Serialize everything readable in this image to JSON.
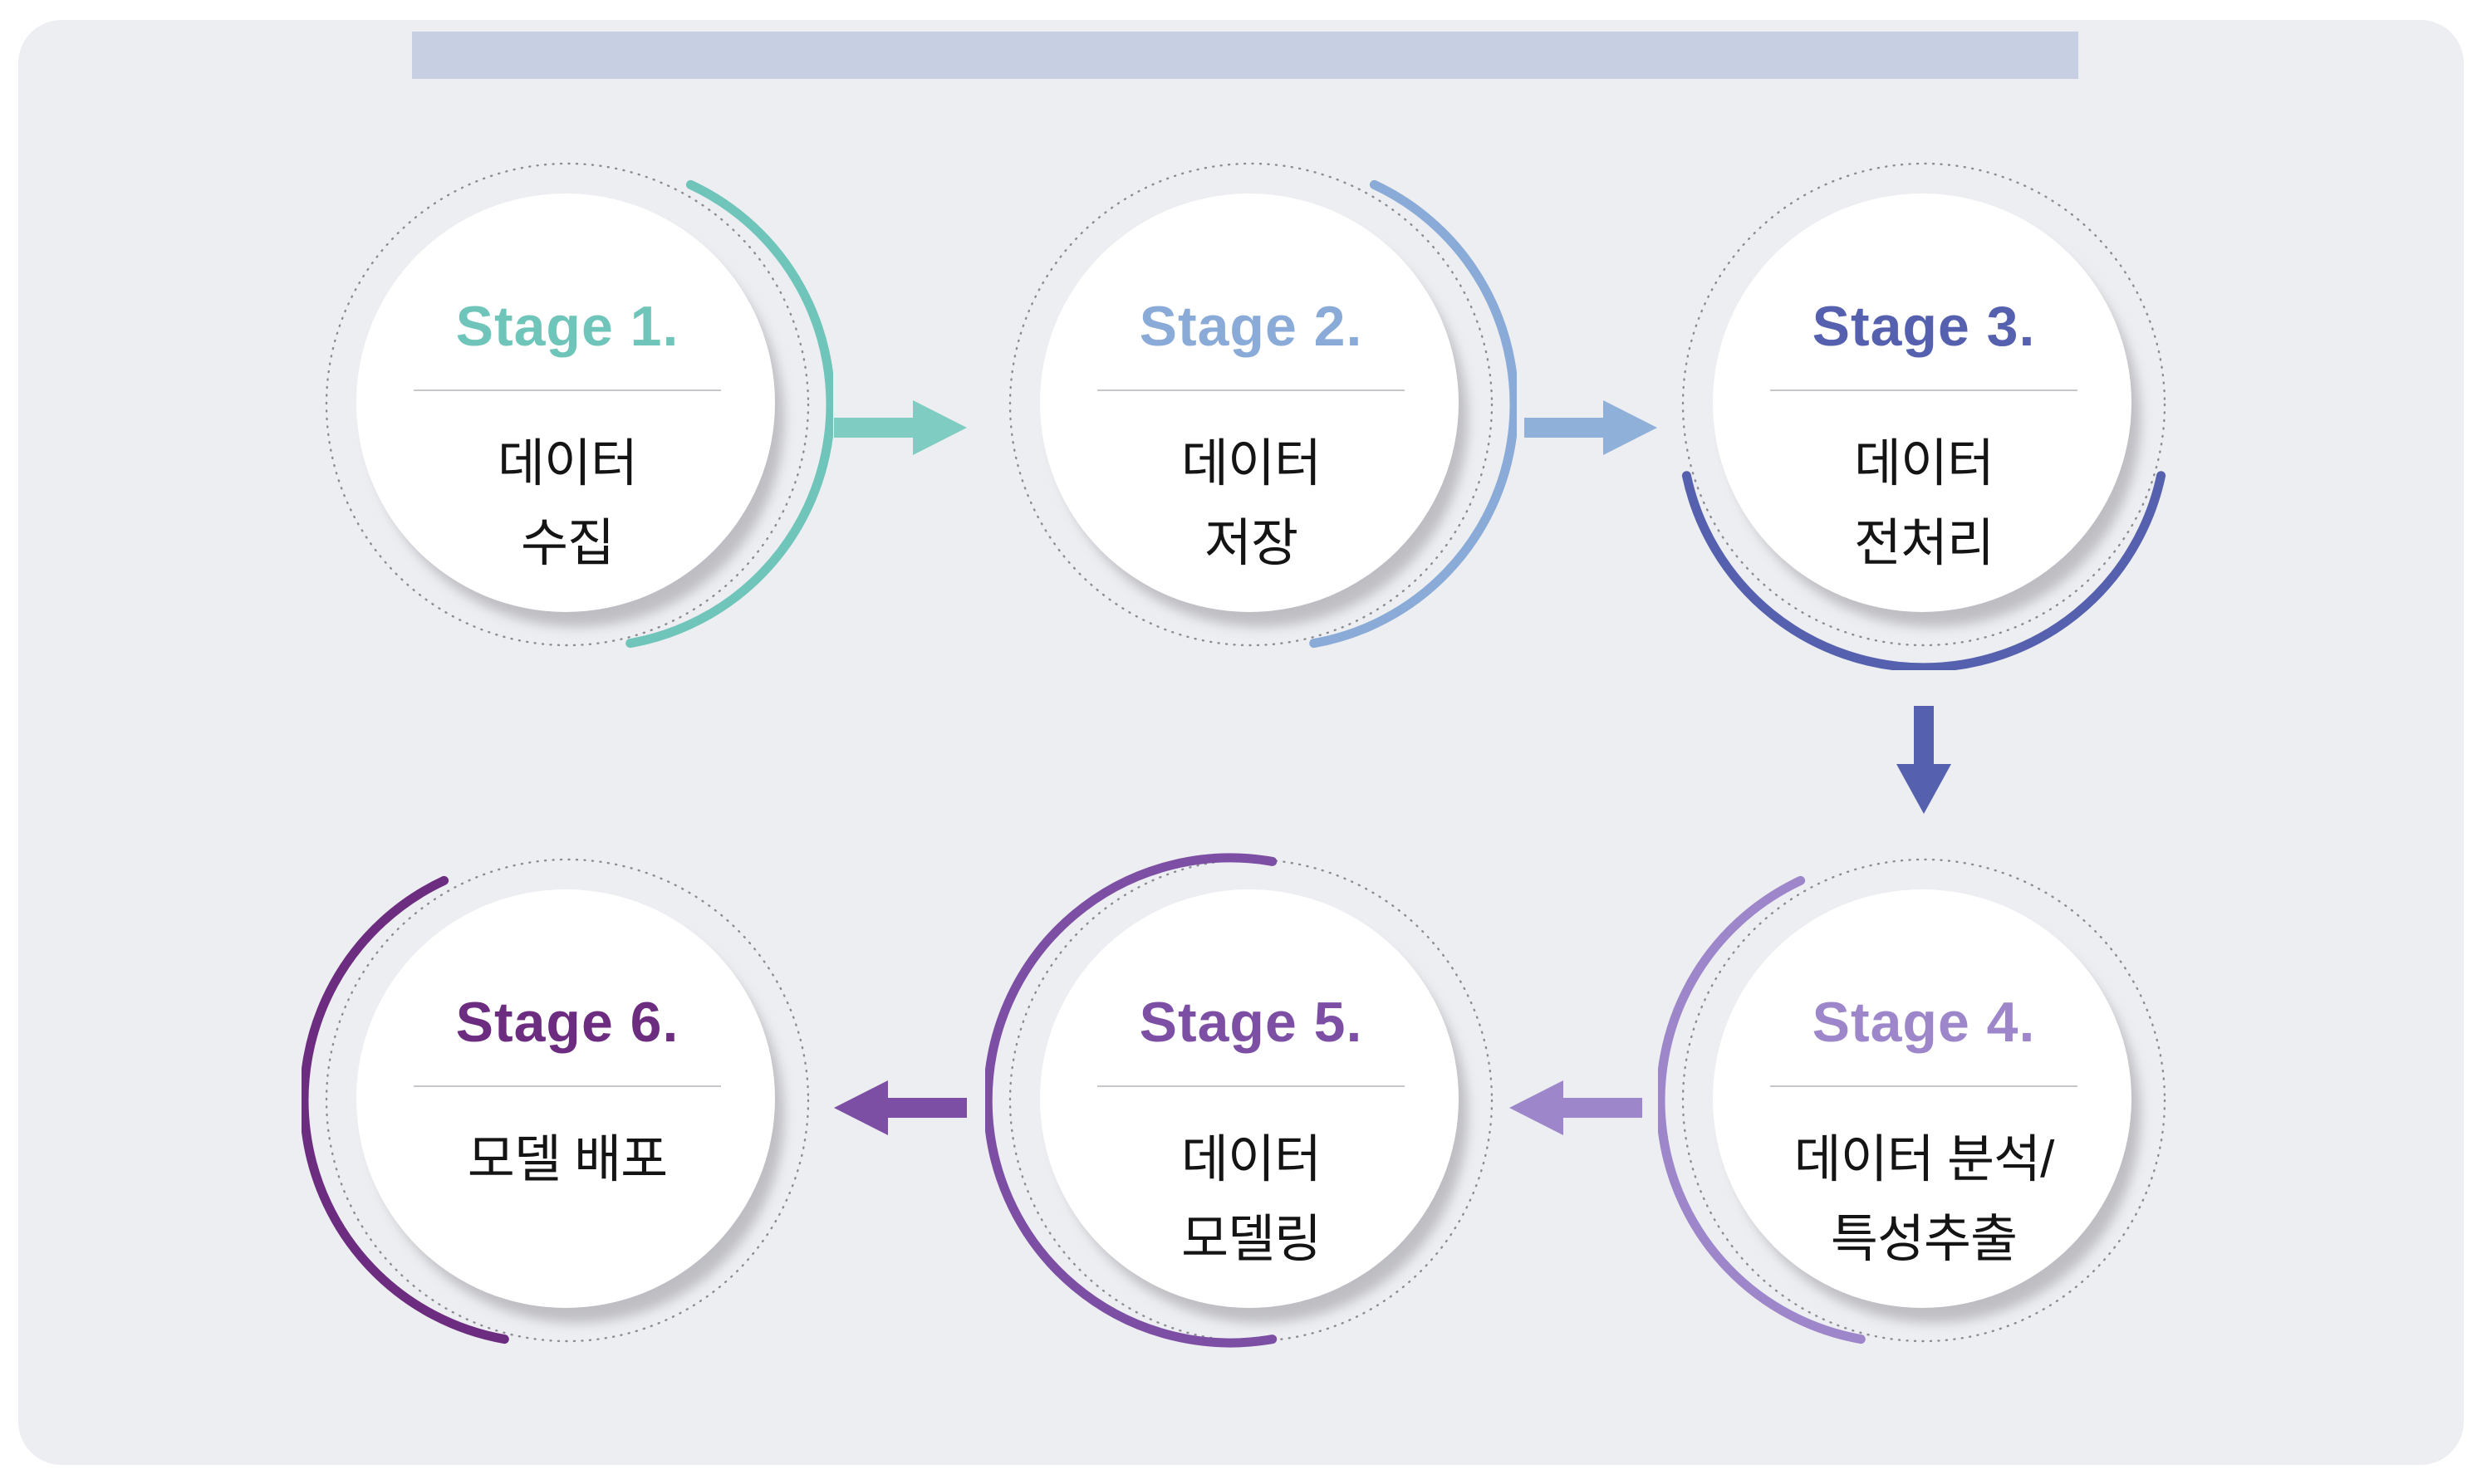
{
  "page": {
    "background": "#ffffff",
    "card_color": "#edeef1",
    "topbar_color": "#c6d0e2"
  },
  "stages": [
    {
      "title": "Stage 1.",
      "label": "데이터\n수집",
      "color": "#6fc5ba"
    },
    {
      "title": "Stage 2.",
      "label": "데이터\n저장",
      "color": "#8aabd7"
    },
    {
      "title": "Stage 3.",
      "label": "데이터\n전처리",
      "color": "#5560ae"
    },
    {
      "title": "Stage 4.",
      "label": "데이터 분석/\n특성추출",
      "color": "#9d86c9"
    },
    {
      "title": "Stage 5.",
      "label": "데이터\n모델링",
      "color": "#7c4fa5"
    },
    {
      "title": "Stage 6.",
      "label": "모델 배포",
      "color": "#6c2d80"
    }
  ],
  "arrows": [
    {
      "name": "stage1-to-stage2",
      "direction": "right",
      "color": "#7fccc2"
    },
    {
      "name": "stage2-to-stage3",
      "direction": "right",
      "color": "#8fb0d9"
    },
    {
      "name": "stage3-to-stage4",
      "direction": "down",
      "color": "#5560ae"
    },
    {
      "name": "stage4-to-stage5",
      "direction": "left",
      "color": "#9d86c9"
    },
    {
      "name": "stage5-to-stage6",
      "direction": "left",
      "color": "#7c4fa5"
    }
  ]
}
